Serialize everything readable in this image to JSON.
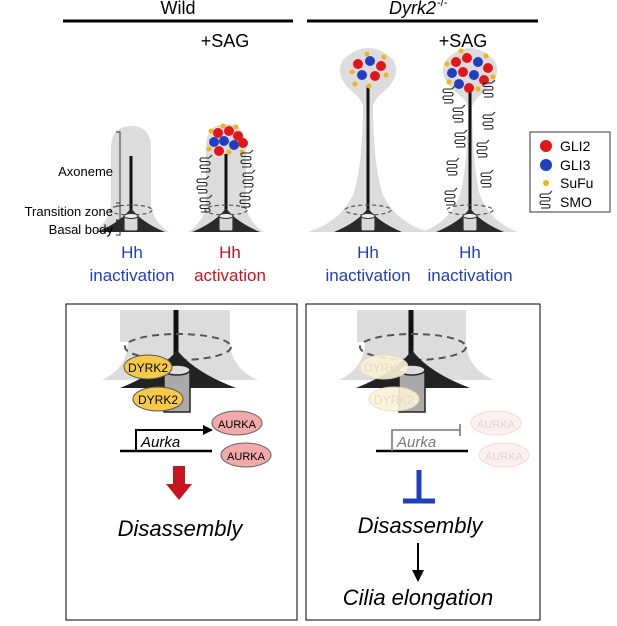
{
  "header": {
    "wild": "Wild",
    "mutant": "Dyrk2",
    "mutant_sup": "-/-",
    "sag_wild": "+SAG",
    "sag_mutant": "+SAG"
  },
  "structure_labels": {
    "axoneme": "Axoneme",
    "transition_zone": "Transition zone",
    "basal_body": "Basal body"
  },
  "legend": {
    "items": [
      {
        "label": "GLI2",
        "color": "#e0161b"
      },
      {
        "label": "GLI3",
        "color": "#1f3fbf"
      },
      {
        "label": "SuFu",
        "color": "#f3b316"
      },
      {
        "label": "SMO",
        "color": "#222222"
      }
    ]
  },
  "states": [
    {
      "line1": "Hh",
      "line2": "inactivation",
      "color": "#1f3fbf"
    },
    {
      "line1": "Hh",
      "line2": "activation",
      "color": "#c8141c"
    },
    {
      "line1": "Hh",
      "line2": "inactivation",
      "color": "#1f3fbf"
    },
    {
      "line1": "Hh",
      "line2": "inactivation",
      "color": "#1f3fbf"
    }
  ],
  "panel_wild": {
    "dyrk2_top": "DYRK2",
    "dyrk2_bottom": "DYRK2",
    "gene": "Aurka",
    "aurka_1": "AURKA",
    "aurka_2": "AURKA",
    "outcome": "Disassembly"
  },
  "panel_mutant": {
    "dyrk2_top": "DYRK2",
    "dyrk2_bottom": "DYRK2",
    "gene": "Aurka",
    "aurka_1": "AURKA",
    "aurka_2": "AURKA",
    "outcome": "Disassembly",
    "result": "Cilia elongation"
  },
  "colors": {
    "cilium_fill": "#dcdcdc",
    "activation": "#c8141c",
    "inactivation": "#1f3fbf",
    "dyrk2": "#f7c948",
    "aurka": "#f2a9a9"
  }
}
